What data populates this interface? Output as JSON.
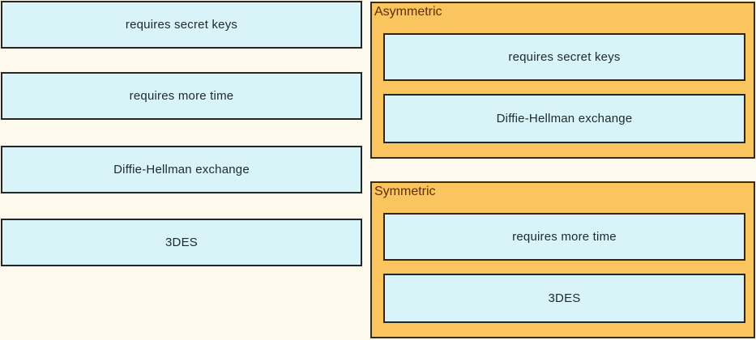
{
  "exercise": "drag-and-drop-encryption-classification",
  "colors": {
    "page_bg": "#fdf9ed",
    "item_bg": "#d9f4f9",
    "item_border": "#262626",
    "zone_bg": "#fac55e",
    "zone_border": "#3d2b0e",
    "zone_label_text": "#5c2e00",
    "item_text": "#1d2a2a"
  },
  "source_items": [
    {
      "label": "requires secret keys"
    },
    {
      "label": "requires more time"
    },
    {
      "label": "Diffie-Hellman exchange"
    },
    {
      "label": "3DES"
    }
  ],
  "drop_zones": [
    {
      "title": "Asymmetric",
      "items": [
        {
          "label": "requires secret keys"
        },
        {
          "label": "Diffie-Hellman exchange"
        }
      ]
    },
    {
      "title": "Symmetric",
      "items": [
        {
          "label": "requires more time"
        },
        {
          "label": "3DES"
        }
      ]
    }
  ]
}
